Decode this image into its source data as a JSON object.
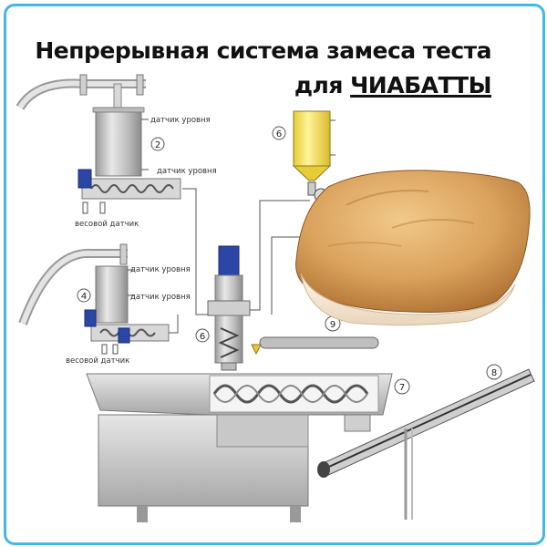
{
  "title": {
    "line1": "Непрерывная система замеса теста",
    "line2_prefix": "для ",
    "line2_emph": "ЧИАБАТТЫ"
  },
  "labels": {
    "level_sensor": "датчик уровня",
    "weight_sensor": "весовой датчик"
  },
  "callouts": [
    "2",
    "4",
    "6",
    "6",
    "7",
    "8",
    "9"
  ],
  "colors": {
    "frame": "#41b8e6",
    "steel": "#c8c8c8",
    "yellow_tank": "#ffe96a",
    "motor_blue": "#2c46a8"
  }
}
